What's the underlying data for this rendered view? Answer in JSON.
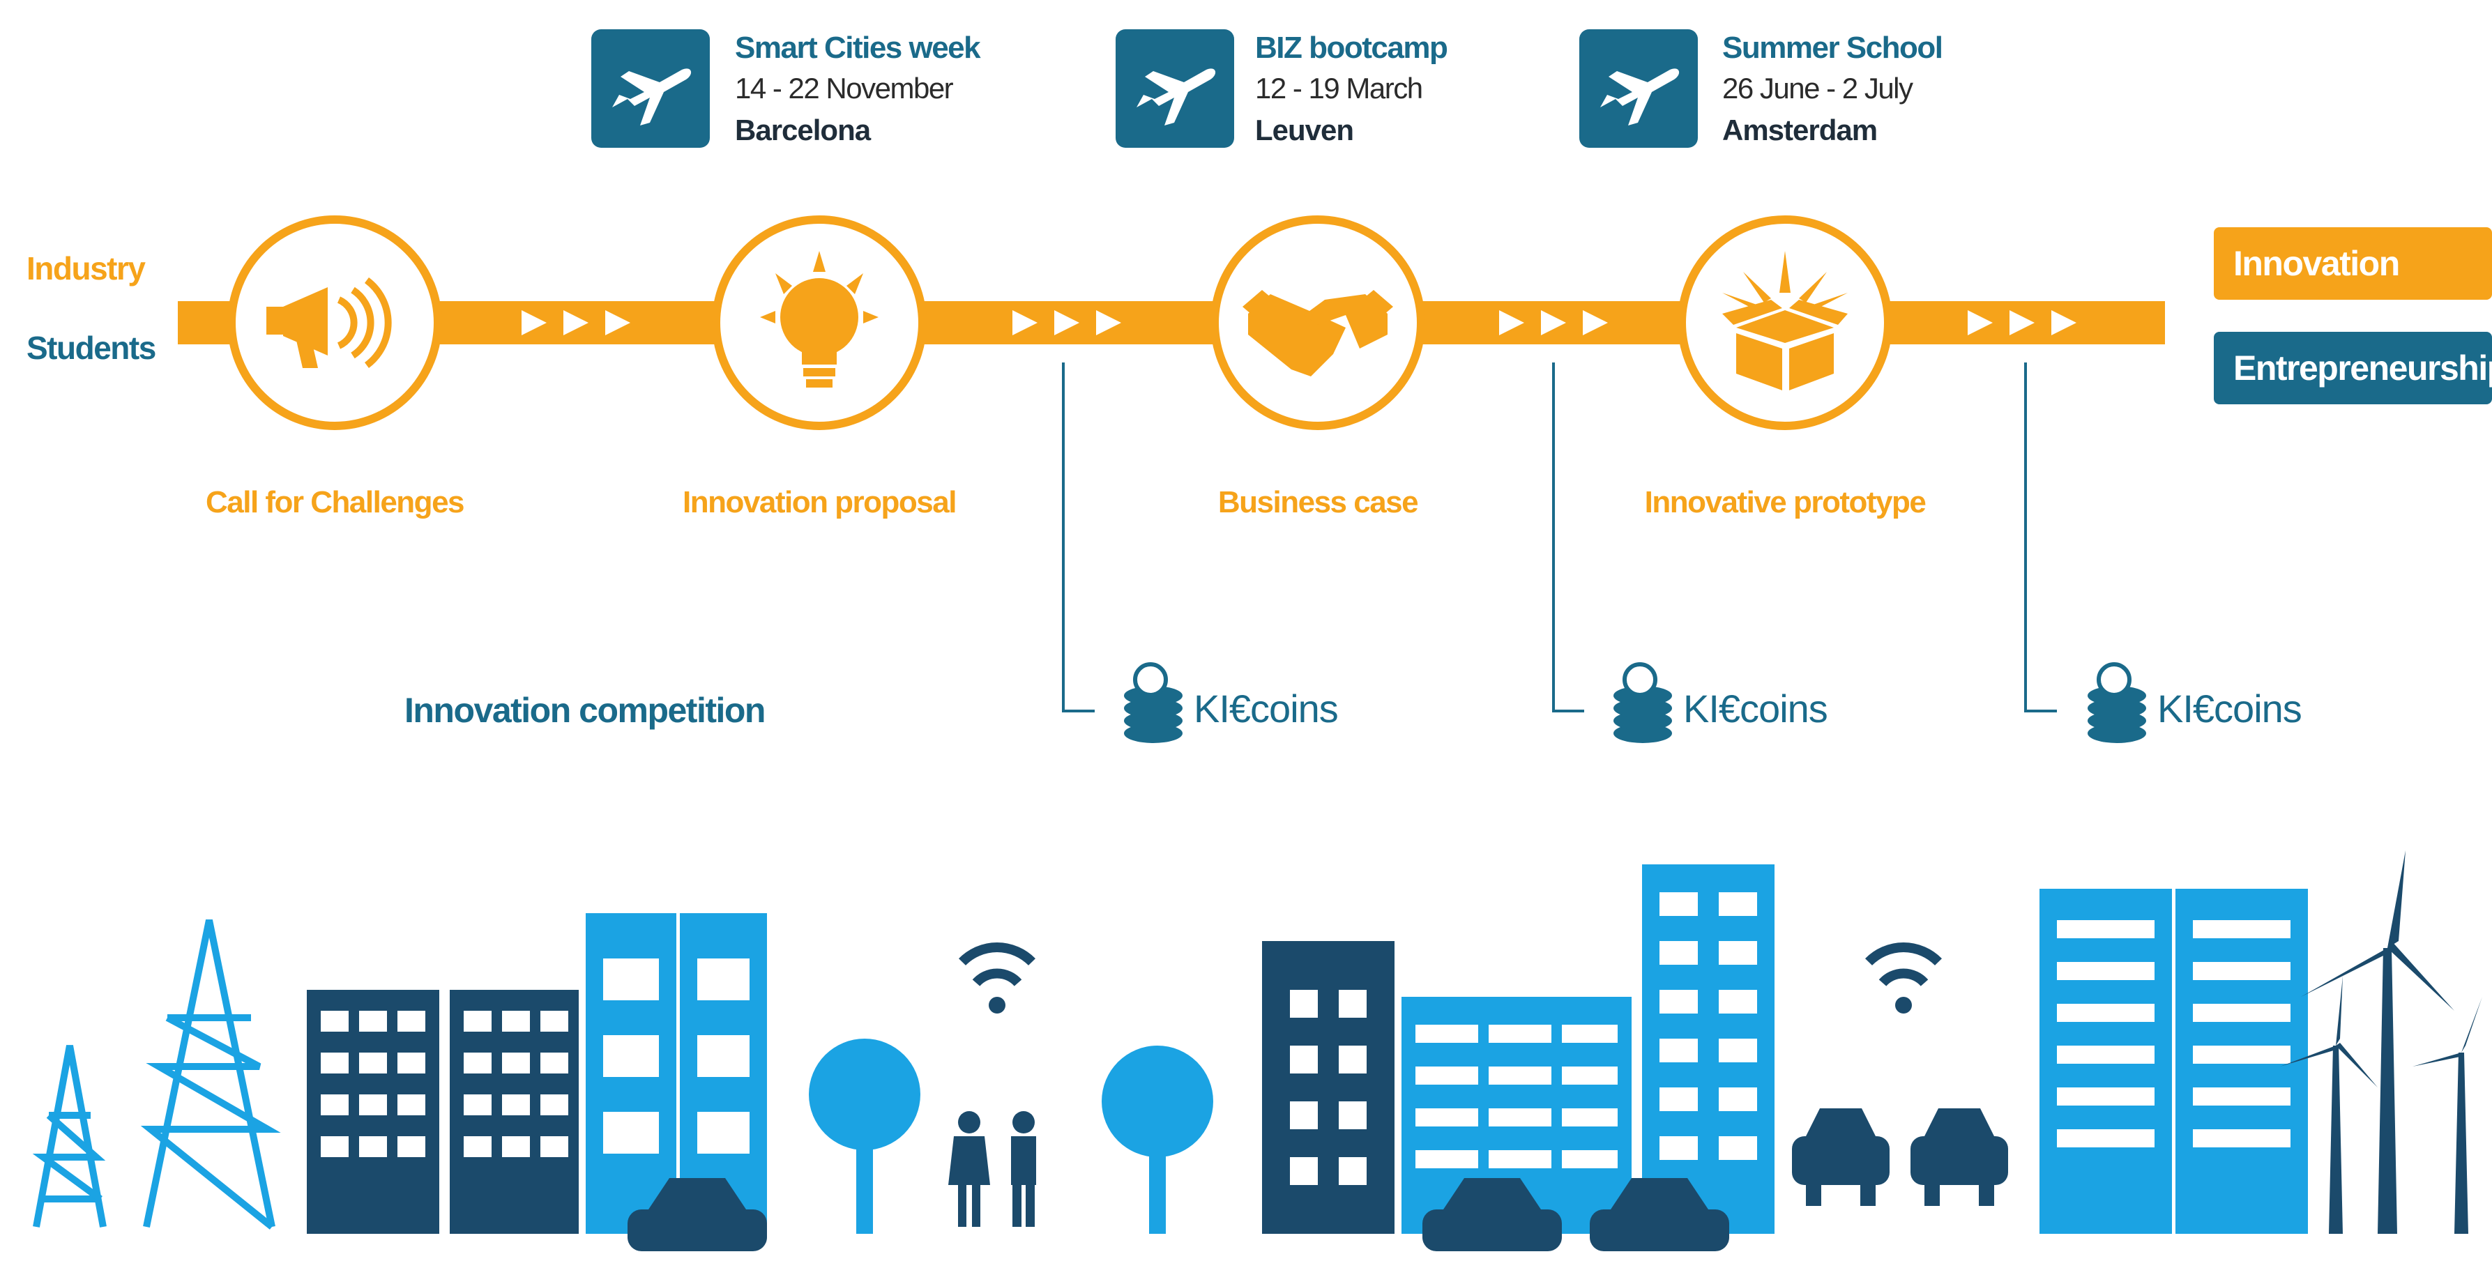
{
  "events": [
    {
      "title": "Smart Cities week",
      "dates": "14 - 22 November",
      "location": "Barcelona",
      "icon": "airplane-icon"
    },
    {
      "title": "BIZ bootcamp",
      "dates": "12 - 19 March",
      "location": "Leuven",
      "icon": "airplane-icon"
    },
    {
      "title": "Summer School",
      "dates": "26 June - 2 July",
      "location": "Amsterdam",
      "icon": "airplane-icon"
    }
  ],
  "sides": {
    "industry": "Industry",
    "students": "Students"
  },
  "stages": [
    {
      "label": "Call for Challenges",
      "icon": "megaphone-icon"
    },
    {
      "label": "Innovation proposal",
      "icon": "lightbulb-icon"
    },
    {
      "label": "Business case",
      "icon": "handshake-icon"
    },
    {
      "label": "Innovative prototype",
      "icon": "box-icon"
    }
  ],
  "outcomes": {
    "innovation": "Innovation",
    "entrepreneurship": "Entrepreneurship"
  },
  "competition": "Innovation competition",
  "coins": [
    "KI€coins",
    "KI€coins",
    "KI€coins"
  ],
  "colors": {
    "orange": "#f6a31a",
    "dark_teal": "#1a6a8a",
    "light_blue": "#1ba3e3",
    "navy": "#1b4a6b"
  }
}
